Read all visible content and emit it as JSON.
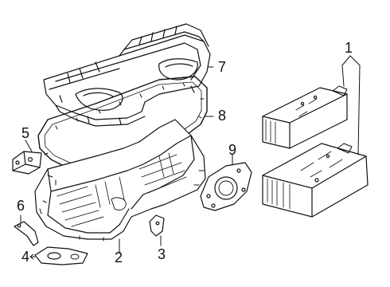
{
  "diagram": {
    "callouts": [
      {
        "id": "1",
        "label": "1"
      },
      {
        "id": "2",
        "label": "2"
      },
      {
        "id": "3",
        "label": "3"
      },
      {
        "id": "4",
        "label": "4"
      },
      {
        "id": "5",
        "label": "5"
      },
      {
        "id": "6",
        "label": "6"
      },
      {
        "id": "7",
        "label": "7"
      },
      {
        "id": "8",
        "label": "8"
      },
      {
        "id": "9",
        "label": "9"
      }
    ],
    "parts": [
      {
        "callout": "1",
        "icon": "battery-module-icon"
      },
      {
        "callout": "2",
        "icon": "battery-tray-icon"
      },
      {
        "callout": "3",
        "icon": "mount-bracket-icon"
      },
      {
        "callout": "4",
        "icon": "mounting-plate-icon"
      },
      {
        "callout": "5",
        "icon": "connector-block-icon"
      },
      {
        "callout": "6",
        "icon": "support-bracket-icon"
      },
      {
        "callout": "7",
        "icon": "battery-cover-icon"
      },
      {
        "callout": "8",
        "icon": "cover-gasket-icon"
      },
      {
        "callout": "9",
        "icon": "service-plate-icon"
      }
    ],
    "colors": {
      "line": "#111111",
      "background": "#ffffff"
    }
  }
}
